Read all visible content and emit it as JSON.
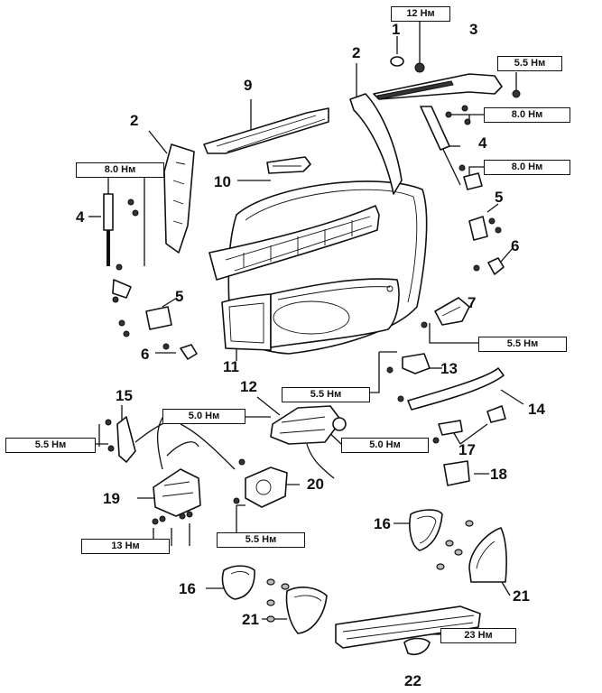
{
  "torques": [
    {
      "id": "t12",
      "text": "12 Нм"
    },
    {
      "id": "t55a",
      "text": "5.5 Нм"
    },
    {
      "id": "t80a",
      "text": "8.0 Нм"
    },
    {
      "id": "t80b",
      "text": "8.0 Нм"
    },
    {
      "id": "t80c",
      "text": "8.0 Нм"
    },
    {
      "id": "t55b",
      "text": "5.5 Нм"
    },
    {
      "id": "t55c",
      "text": "5.5 Нм"
    },
    {
      "id": "t50a",
      "text": "5.0 Нм"
    },
    {
      "id": "t50b",
      "text": "5.0 Нм"
    },
    {
      "id": "t55d",
      "text": "5.5 Нм"
    },
    {
      "id": "t13",
      "text": "13 Нм"
    },
    {
      "id": "t55e",
      "text": "5.5 Нм"
    },
    {
      "id": "t23",
      "text": "23 Нм"
    }
  ],
  "callouts": [
    {
      "id": "n1",
      "text": "1"
    },
    {
      "id": "n2a",
      "text": "2"
    },
    {
      "id": "n3",
      "text": "3"
    },
    {
      "id": "n9",
      "text": "9"
    },
    {
      "id": "n2b",
      "text": "2"
    },
    {
      "id": "n4a",
      "text": "4"
    },
    {
      "id": "n10",
      "text": "10"
    },
    {
      "id": "n4b",
      "text": "4"
    },
    {
      "id": "n5a",
      "text": "5"
    },
    {
      "id": "n6a",
      "text": "6"
    },
    {
      "id": "n5b",
      "text": "5"
    },
    {
      "id": "n7",
      "text": "7"
    },
    {
      "id": "n6b",
      "text": "6"
    },
    {
      "id": "n11",
      "text": "11"
    },
    {
      "id": "n13",
      "text": "13"
    },
    {
      "id": "n12",
      "text": "12"
    },
    {
      "id": "n14",
      "text": "14"
    },
    {
      "id": "n15",
      "text": "15"
    },
    {
      "id": "n17",
      "text": "17"
    },
    {
      "id": "n18",
      "text": "18"
    },
    {
      "id": "n19",
      "text": "19"
    },
    {
      "id": "n20",
      "text": "20"
    },
    {
      "id": "n16a",
      "text": "16"
    },
    {
      "id": "n16b",
      "text": "16"
    },
    {
      "id": "n21a",
      "text": "21"
    },
    {
      "id": "n21b",
      "text": "21"
    },
    {
      "id": "n22",
      "text": "22"
    }
  ]
}
